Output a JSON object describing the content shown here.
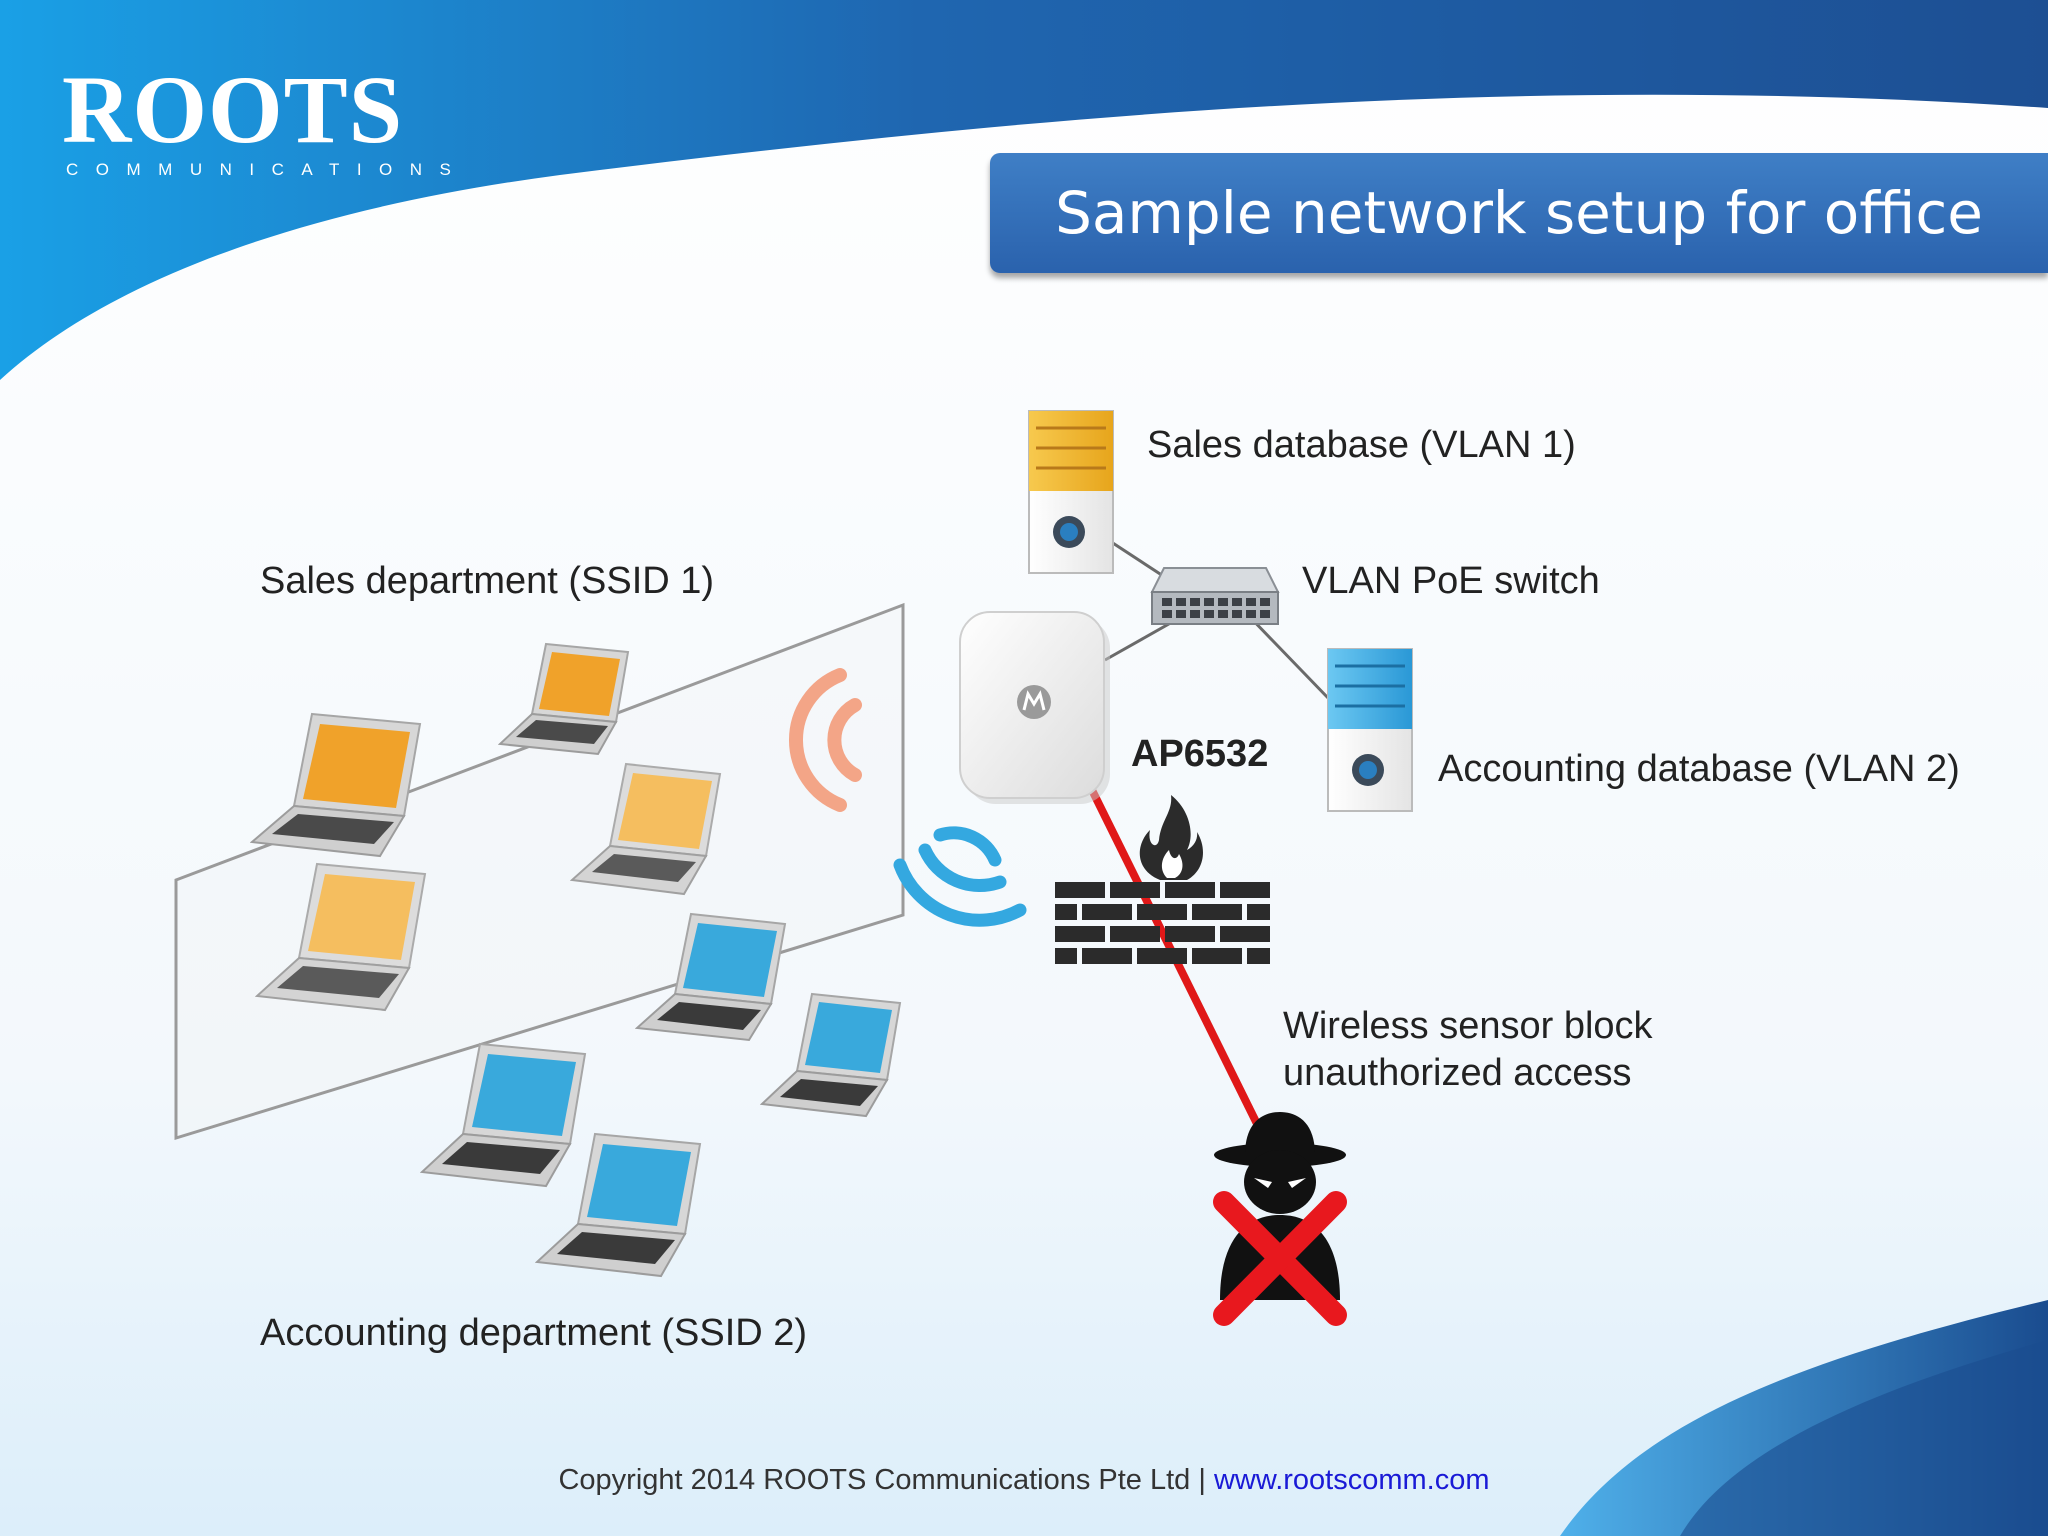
{
  "brand": {
    "name": "ROOTS",
    "tagline": "COMMUNICATIONS"
  },
  "slide": {
    "title": "Sample network setup for office"
  },
  "diagram": {
    "sales_department": "Sales department (SSID 1)",
    "accounting_department": "Accounting department (SSID 2)",
    "sales_database": "Sales database (VLAN 1)",
    "vlan_switch": "VLAN PoE switch",
    "accounting_database": "Accounting database (VLAN 2)",
    "access_point": "AP6532",
    "sensor_line1": "Wireless sensor block",
    "sensor_line2": "unauthorized access"
  },
  "footer": {
    "copyright": "Copyright 2014 ROOTS Communications Pte Ltd | ",
    "link": "www.rootscomm.com"
  },
  "colors": {
    "header_blue": "#1f5fa8",
    "title_bar": "#2f6db5",
    "sales_laptops": "#f0a22a",
    "accounting_laptops": "#39a9dc",
    "red_link": "#e01818"
  }
}
